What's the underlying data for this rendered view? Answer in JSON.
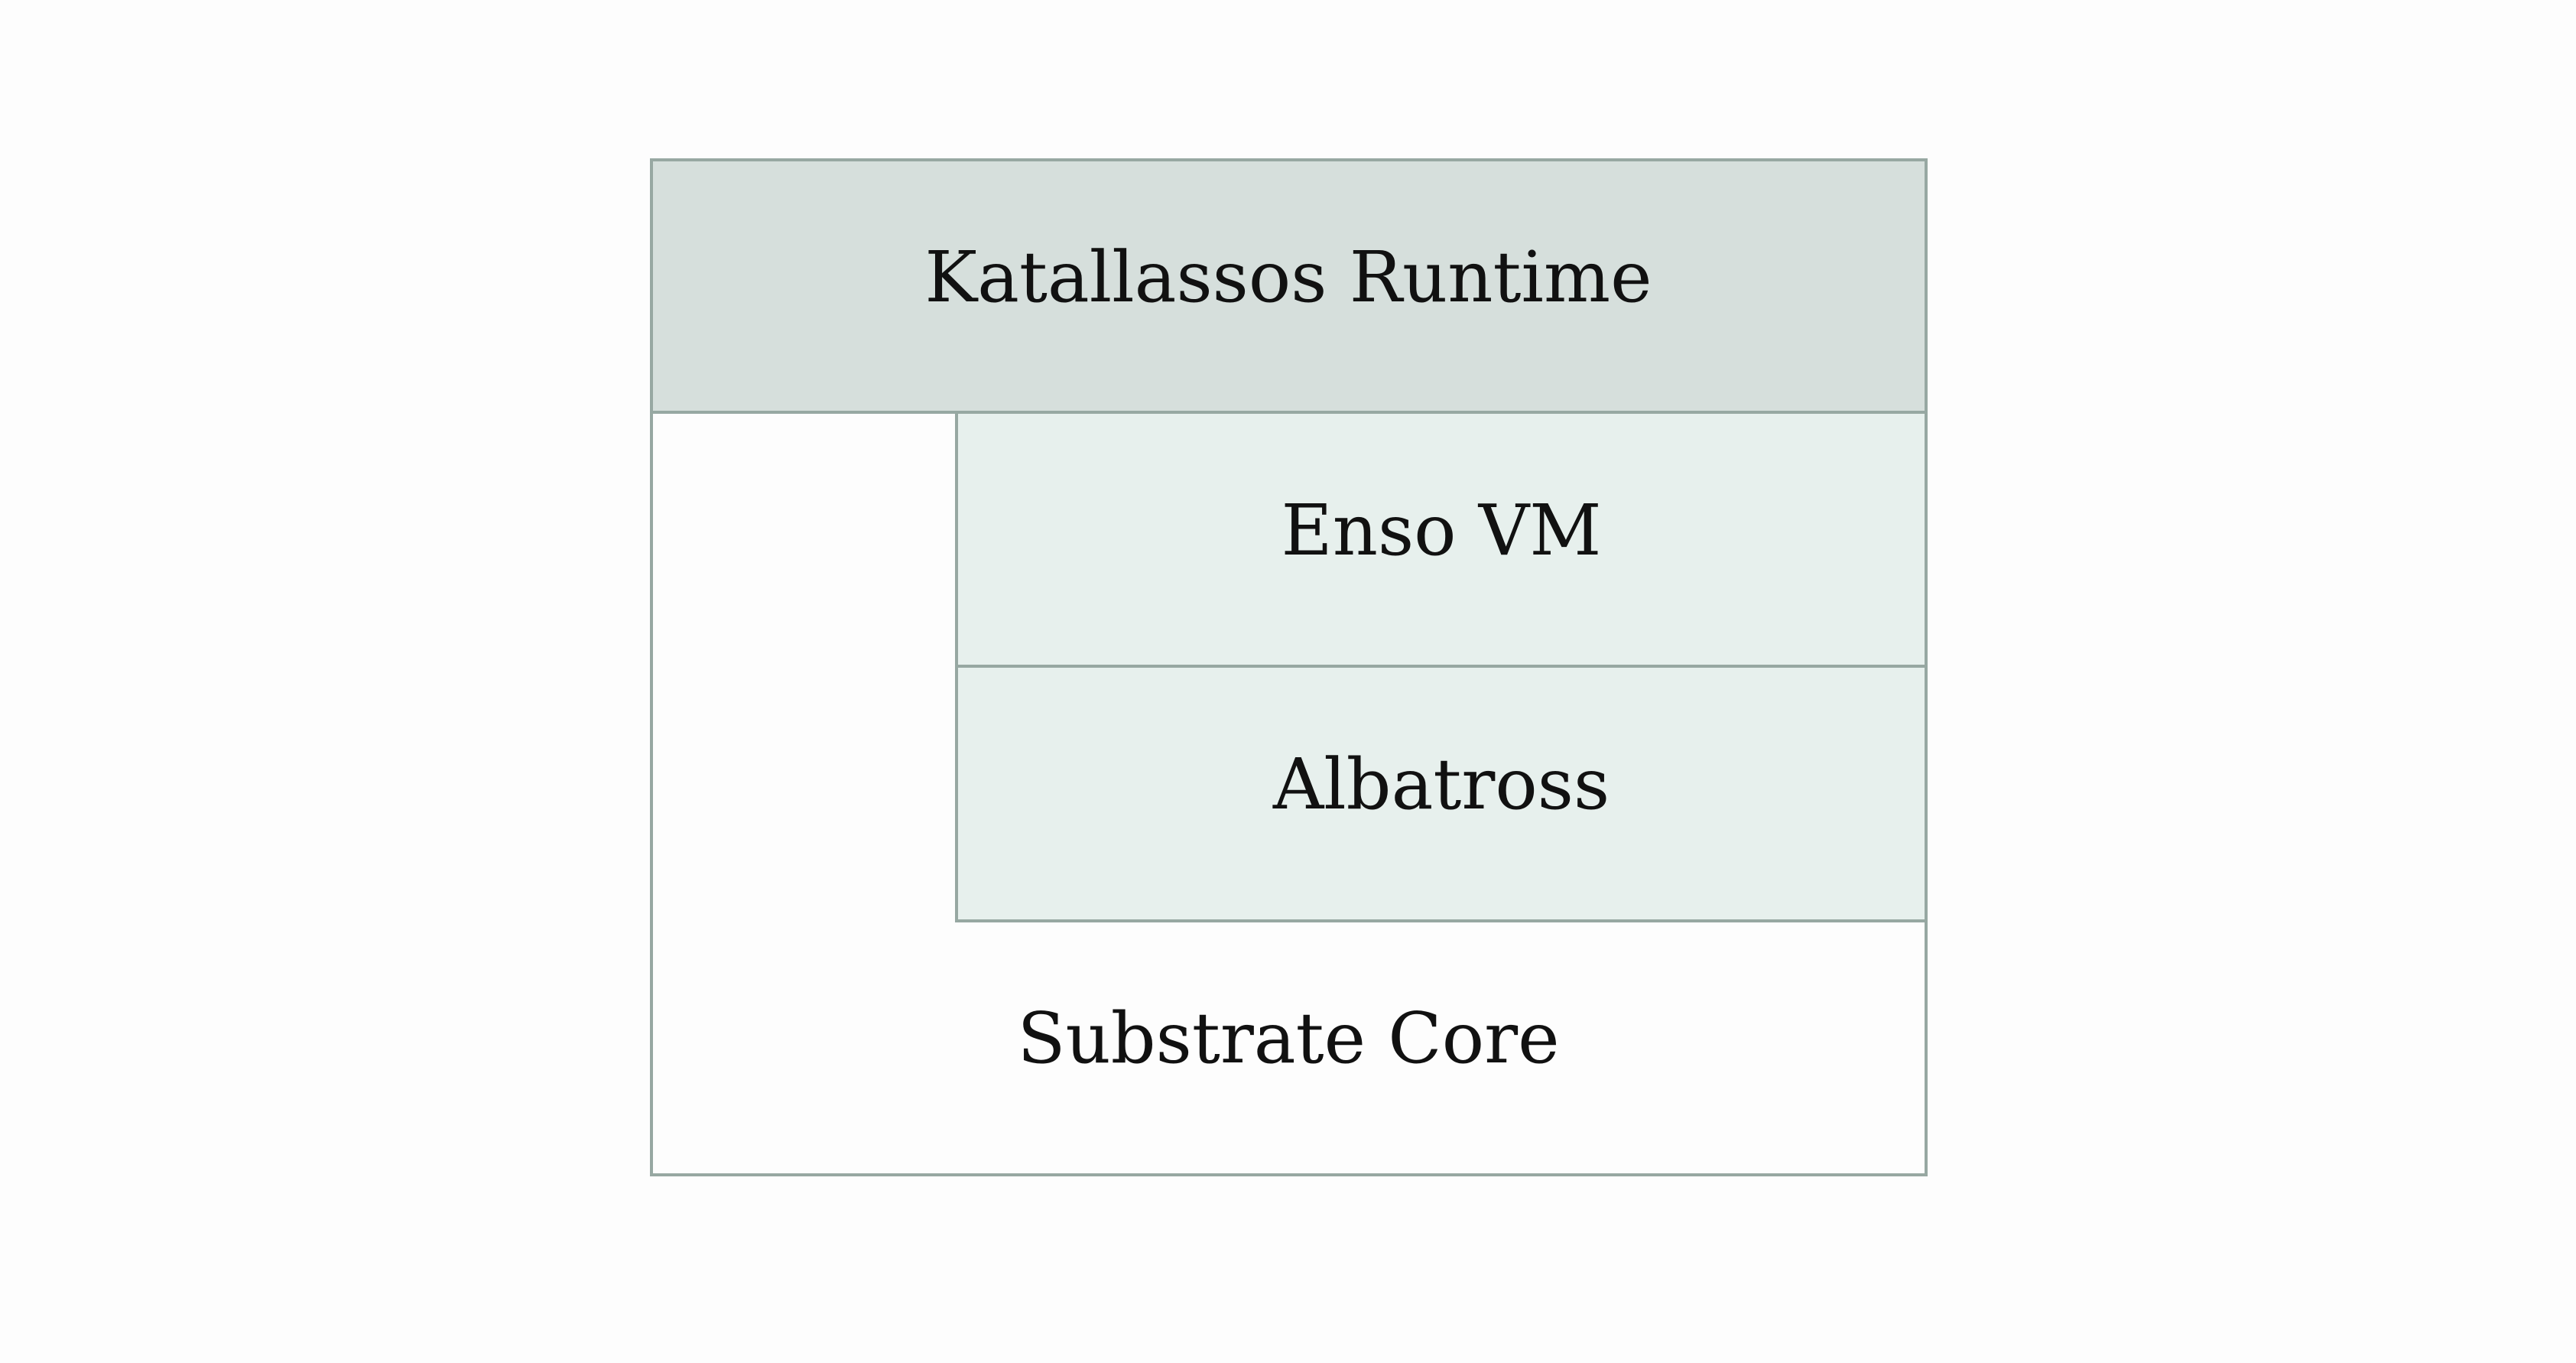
{
  "diagram": {
    "layers": {
      "top": {
        "label": "Katallassos Runtime",
        "fill": "#d6dfdc"
      },
      "middle_upper": {
        "label": "Enso VM",
        "fill": "#e7f0ed"
      },
      "middle_lower": {
        "label": "Albatross",
        "fill": "#e7f0ed"
      },
      "base": {
        "label": "Substrate Core",
        "fill": "#fdfdfd"
      }
    },
    "colors": {
      "border": "#97a8a2",
      "text": "#111111",
      "background": "#fdfdfd"
    }
  }
}
